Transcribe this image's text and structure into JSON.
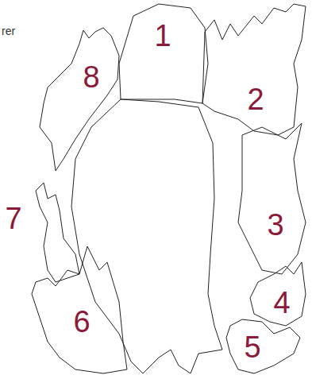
{
  "diagram": {
    "labels": [
      "rer",
      "1",
      "2",
      "3",
      "4",
      "5",
      "6",
      "7",
      "8"
    ]
  }
}
